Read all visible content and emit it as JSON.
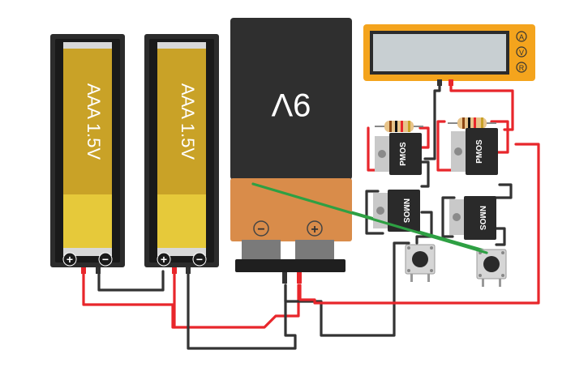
{
  "batteries": [
    {
      "label": "AAA 1.5V",
      "plus": "+",
      "minus": "−"
    },
    {
      "label": "AAA 1.5V",
      "plus": "+",
      "minus": "−"
    }
  ],
  "battery9v": {
    "label": "9V",
    "minus": "−",
    "plus": "+"
  },
  "multimeter": {
    "modes": [
      "A",
      "V",
      "R"
    ]
  },
  "transistors": [
    {
      "label": "PMOS"
    },
    {
      "label": "PMOS"
    },
    {
      "label": "NMOS"
    },
    {
      "label": "NMOS"
    }
  ],
  "colors": {
    "wire_red": "#e8262b",
    "wire_black": "#333333",
    "wire_green": "#2ea043",
    "battery_gold": "#c9a227",
    "battery_yellow": "#e6c93a",
    "multimeter_orange": "#f4a41d",
    "battery9v_dark": "#2f2f2f",
    "battery9v_orange": "#d98c4a"
  }
}
